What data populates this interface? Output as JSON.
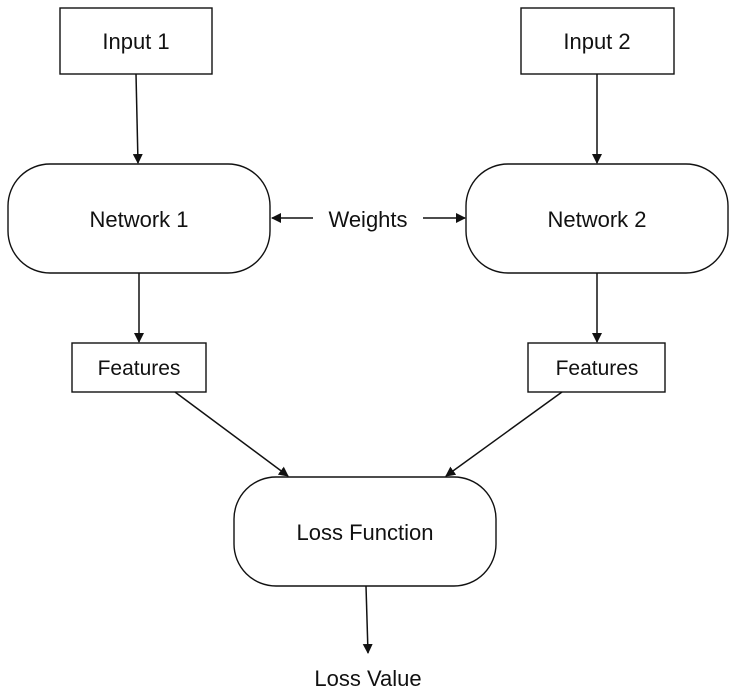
{
  "diagram": {
    "nodes": {
      "input1": "Input 1",
      "input2": "Input 2",
      "network1": "Network 1",
      "network2": "Network 2",
      "weights": "Weights",
      "features1": "Features",
      "features2": "Features",
      "loss_function": "Loss Function",
      "loss_value": "Loss Value"
    },
    "edges": [
      {
        "from": "Input 1",
        "to": "Network 1"
      },
      {
        "from": "Input 2",
        "to": "Network 2"
      },
      {
        "from": "Weights",
        "to": "Network 1"
      },
      {
        "from": "Weights",
        "to": "Network 2"
      },
      {
        "from": "Network 1",
        "to": "Features"
      },
      {
        "from": "Network 2",
        "to": "Features"
      },
      {
        "from": "Features",
        "to": "Loss Function"
      },
      {
        "from": "Features",
        "to": "Loss Function"
      },
      {
        "from": "Loss Function",
        "to": "Loss Value"
      }
    ],
    "colors": {
      "stroke": "#111111",
      "fill": "#ffffff"
    }
  }
}
